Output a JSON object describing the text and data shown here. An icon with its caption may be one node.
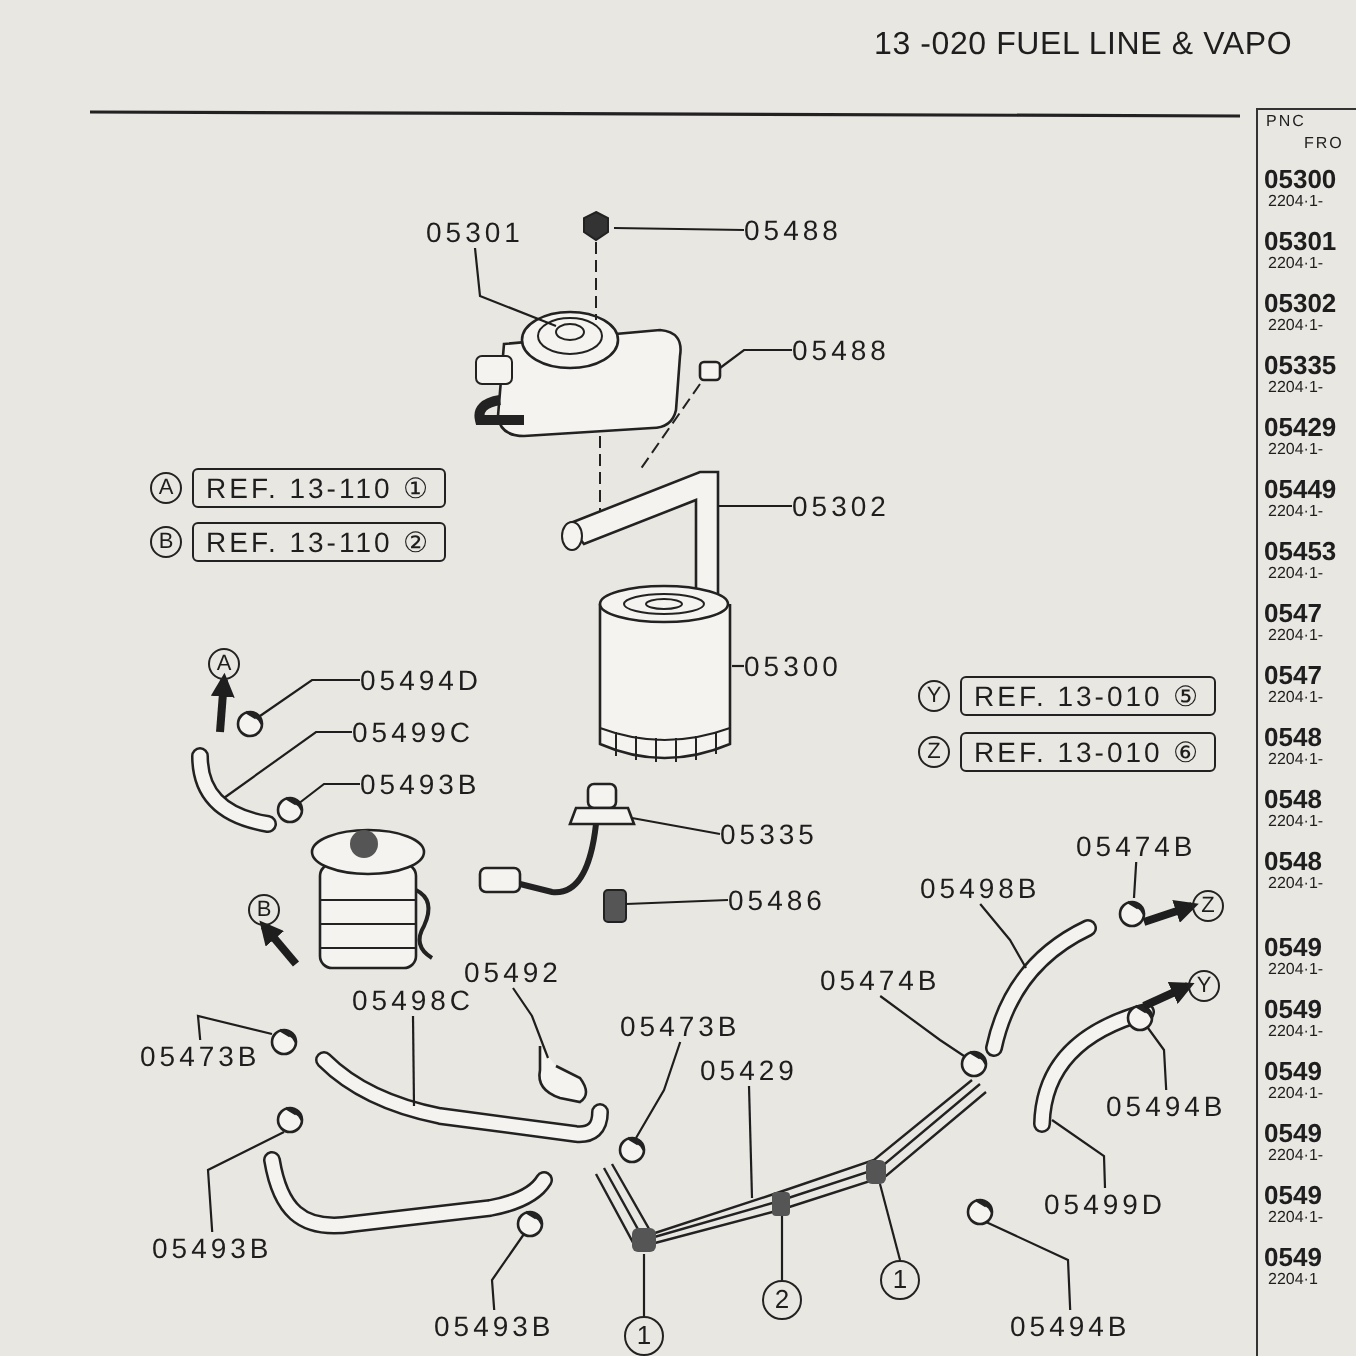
{
  "diagram": {
    "title": "13 -020 FUEL LINE & VAPO",
    "nodes": [
      {
        "text": [
          "05301"
        ]
      },
      {
        "text": [
          "05488"
        ]
      },
      {
        "text": [
          "05488"
        ]
      },
      {
        "text": [
          "05302"
        ]
      },
      {
        "text": [
          "REF. 13-110 ①"
        ]
      },
      {
        "text": [
          "REF. 13-110 ②"
        ]
      },
      {
        "text": [
          "05300"
        ]
      },
      {
        "text": [
          "05494D"
        ]
      },
      {
        "text": [
          "05499C"
        ]
      },
      {
        "text": [
          "05493B"
        ]
      },
      {
        "text": [
          "05335"
        ]
      },
      {
        "text": [
          "05486"
        ]
      },
      {
        "text": [
          "REF. 13-010 ⑤"
        ]
      },
      {
        "text": [
          "REF. 13-010 ⑥"
        ]
      },
      {
        "text": [
          "05474B"
        ]
      },
      {
        "text": [
          "05498B"
        ]
      },
      {
        "text": [
          "05474B"
        ]
      },
      {
        "text": [
          "05492"
        ]
      },
      {
        "text": [
          "05498C"
        ]
      },
      {
        "text": [
          "05473B"
        ]
      },
      {
        "text": [
          "05473B"
        ]
      },
      {
        "text": [
          "05429"
        ]
      },
      {
        "text": [
          "05494B"
        ]
      },
      {
        "text": [
          "05499D"
        ]
      },
      {
        "text": [
          "05493B"
        ]
      },
      {
        "text": [
          "1"
        ]
      },
      {
        "text": [
          "2"
        ]
      },
      {
        "text": [
          "05493B"
        ]
      },
      {
        "text": [
          "05494B"
        ]
      },
      {
        "text": [
          "1"
        ]
      },
      {
        "text": [
          "A"
        ]
      },
      {
        "text": [
          "B"
        ]
      },
      {
        "text": [
          "Z"
        ]
      },
      {
        "text": [
          "Y"
        ]
      },
      {
        "text": [
          "A"
        ]
      },
      {
        "text": [
          "B"
        ]
      },
      {
        "text": [
          "Y"
        ]
      },
      {
        "text": [
          "Z"
        ]
      }
    ],
    "edges": [
      {
        "from": 0,
        "to": null,
        "arrow": "none"
      },
      {
        "from": 1,
        "to": null,
        "arrow": "none"
      },
      {
        "from": 2,
        "to": null,
        "arrow": "none"
      },
      {
        "from": 3,
        "to": null,
        "arrow": "none"
      },
      {
        "from": 6,
        "to": null,
        "arrow": "none"
      },
      {
        "from": 7,
        "to": null,
        "arrow": "none"
      },
      {
        "from": 8,
        "to": null,
        "arrow": "none"
      },
      {
        "from": 9,
        "to": null,
        "arrow": "none"
      },
      {
        "from": 10,
        "to": null,
        "arrow": "none"
      },
      {
        "from": 11,
        "to": null,
        "arrow": "none"
      },
      {
        "from": 14,
        "to": null,
        "arrow": "none"
      },
      {
        "from": 15,
        "to": null,
        "arrow": "none"
      },
      {
        "from": 16,
        "to": null,
        "arrow": "none"
      },
      {
        "from": 17,
        "to": null,
        "arrow": "none"
      },
      {
        "from": 18,
        "to": null,
        "arrow": "none"
      },
      {
        "from": 19,
        "to": null,
        "arrow": "none"
      },
      {
        "from": 20,
        "to": null,
        "arrow": "none"
      },
      {
        "from": 21,
        "to": null,
        "arrow": "none"
      },
      {
        "from": 22,
        "to": null,
        "arrow": "none"
      },
      {
        "from": 23,
        "to": null,
        "arrow": "none"
      },
      {
        "from": 24,
        "to": null,
        "arrow": "none"
      },
      {
        "from": 25,
        "to": null,
        "arrow": "none"
      },
      {
        "from": 26,
        "to": null,
        "arrow": "none"
      },
      {
        "from": 27,
        "to": null,
        "arrow": "none"
      },
      {
        "from": 28,
        "to": null,
        "arrow": "none"
      },
      {
        "from": 29,
        "to": null,
        "arrow": "none"
      },
      {
        "from": null,
        "to": 30,
        "arrow": "to",
        "style": "thick"
      },
      {
        "from": null,
        "to": 31,
        "arrow": "to",
        "style": "thick"
      },
      {
        "from": null,
        "to": 32,
        "arrow": "to",
        "style": "thick"
      },
      {
        "from": null,
        "to": 33,
        "arrow": "to",
        "style": "thick"
      }
    ],
    "labels": [
      "PNC",
      "FRO",
      "05300",
      "2204·1-",
      "05301",
      "2204·1-",
      "05302",
      "2204·1-",
      "05335",
      "2204·1-",
      "05429",
      "2204·1-",
      "05449",
      "2204·1-",
      "05453",
      "2204·1-",
      "0547",
      "2204·1-",
      "0547",
      "2204·1-",
      "0548",
      "2204·1-",
      "0548",
      "2204·1-",
      "0548",
      "2204·1-",
      "0549",
      "2204·1-",
      "0549",
      "2204·1-",
      "0549",
      "2204·1-",
      "0549",
      "2204·1-",
      "0549",
      "2204·1-",
      "0549",
      "2204·1"
    ]
  }
}
